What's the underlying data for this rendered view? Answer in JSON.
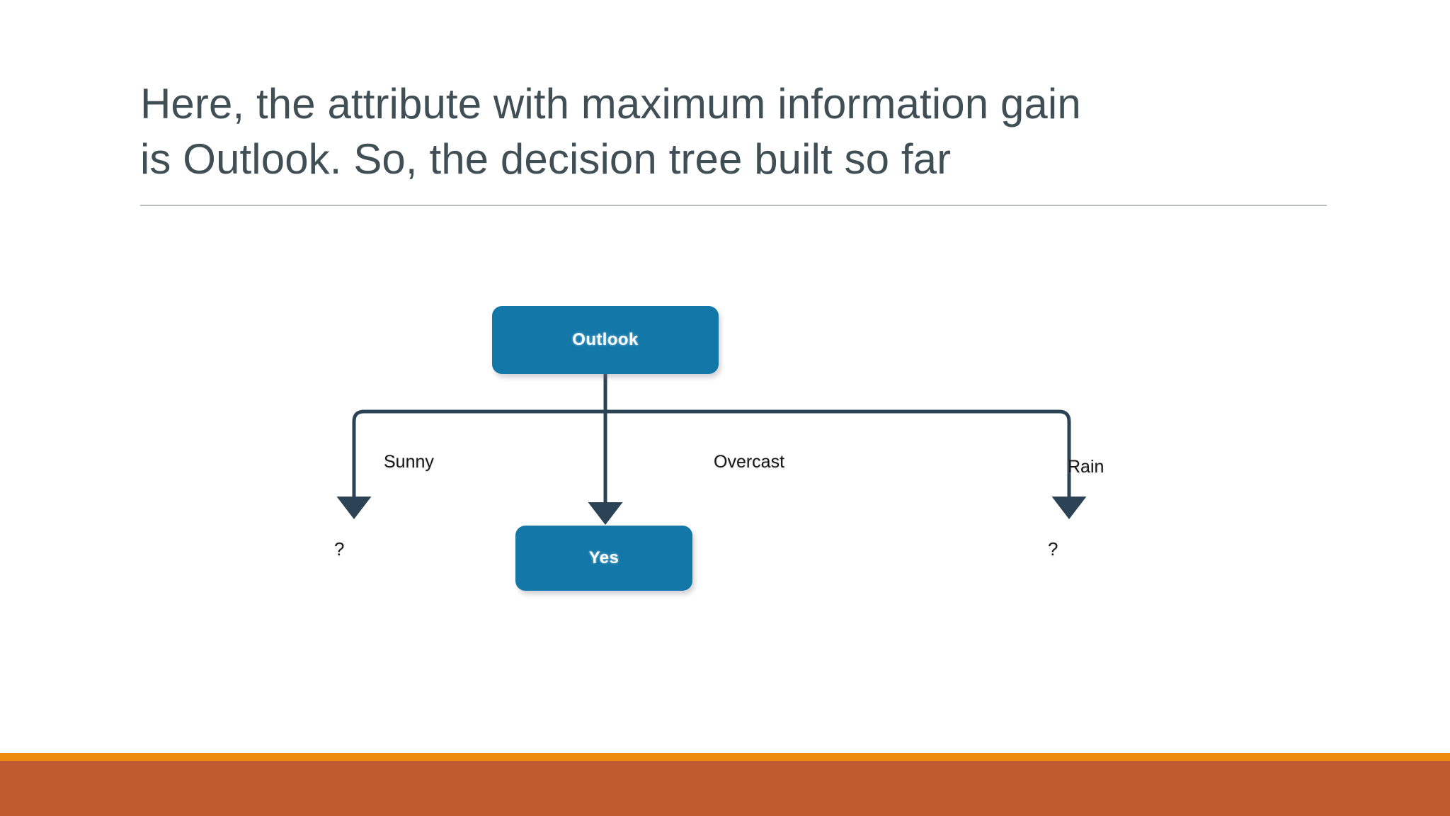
{
  "slide": {
    "title_line1": "Here, the attribute with maximum information gain",
    "title_line2": "is Outlook. So, the decision tree built so far",
    "title_color": "#3f4f55",
    "background": "#ffffff",
    "divider_color": "#b6bdc2"
  },
  "diagram": {
    "type": "decision-tree",
    "node_fill": "#1378a8",
    "node_text_color": "#ffffff",
    "connector_color": "#2c4356",
    "root": {
      "label": "Outlook"
    },
    "branches": [
      {
        "label": "Sunny",
        "child_label": "?",
        "child_type": "unknown"
      },
      {
        "label": "Overcast",
        "child_label": "Yes",
        "child_type": "node"
      },
      {
        "label": "Rain",
        "child_label": "?",
        "child_type": "unknown"
      }
    ]
  },
  "footer": {
    "accent_bar_color": "#ED8B0E",
    "bar_color": "#BF5B2E"
  }
}
